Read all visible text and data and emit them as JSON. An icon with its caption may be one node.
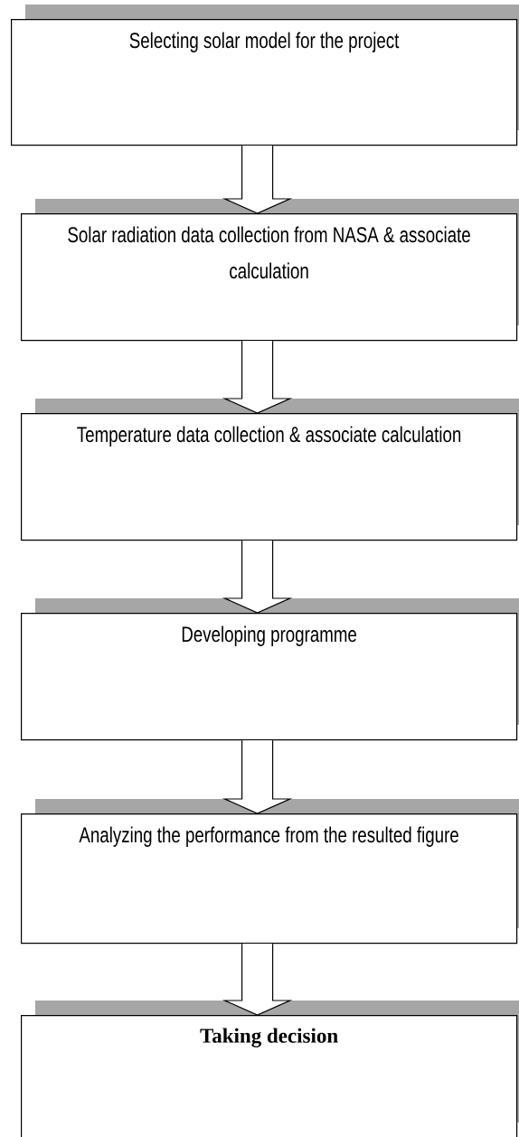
{
  "diagram": {
    "nodes": [
      {
        "text": [
          "Selecting solar model for the project"
        ]
      },
      {
        "text": [
          "Solar radiation data collection from NASA & associate calculation"
        ]
      },
      {
        "text": [
          "Temperature data collection & associate calculation"
        ]
      },
      {
        "text": [
          "Developing programme"
        ]
      },
      {
        "text": [
          "Analyzing the performance from the resulted figure"
        ]
      },
      {
        "text": [
          "Taking decision"
        ]
      }
    ],
    "edges": [
      {
        "from": 0,
        "to": 1,
        "arrow": "to"
      },
      {
        "from": 1,
        "to": 2,
        "arrow": "to"
      },
      {
        "from": 2,
        "to": 3,
        "arrow": "to"
      },
      {
        "from": 3,
        "to": 4,
        "arrow": "to"
      },
      {
        "from": 4,
        "to": 5,
        "arrow": "to"
      }
    ]
  }
}
